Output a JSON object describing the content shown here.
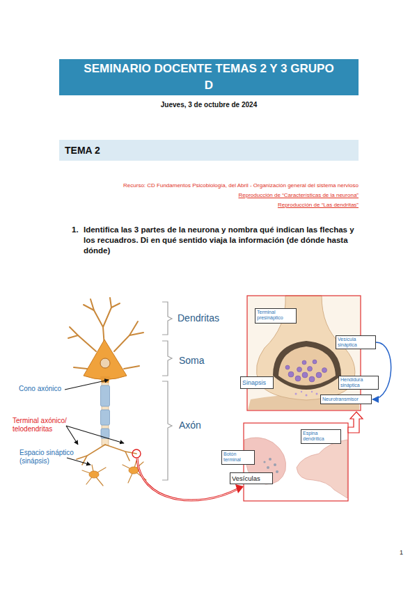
{
  "diagram": {
    "title": "SEMINARIO DOCENTE TEMAS 2 Y 3 GRUPO D",
    "nodes": [
      {
        "text": [
          "TEMA 2"
        ]
      },
      {
        "text": [
          "Terminal presináptico"
        ]
      },
      {
        "text": [
          "Vesícula sináptica"
        ]
      },
      {
        "text": [
          "Sinapsis"
        ]
      },
      {
        "text": [
          "Hendidura sináptica"
        ]
      },
      {
        "text": [
          "Neurotransmisor"
        ]
      },
      {
        "text": [
          "Espina dendrítica"
        ]
      },
      {
        "text": [
          "Botón terminal"
        ]
      },
      {
        "text": [
          "Vesículas"
        ]
      }
    ],
    "edges": [
      {
        "from": 2,
        "to": 5,
        "arrow": "to"
      }
    ],
    "labels": [
      "Jueves, 3 de octubre de 2024",
      "Recurso: CD Fundamentos Psicobiología, del Abril - Organización general del sistema nervioso",
      "Reproducción de “Características de la neurona”",
      "Reproducción de “Las dendritas”",
      "1.",
      "Identifica las 3 partes de la neurona y nombra qué indican las flechas y los recuadros. Di en qué sentido viaja la información (de dónde hasta dónde)",
      "Dendritas",
      "Soma",
      "Axón",
      "Cono axónico",
      "Terminal axónico/ telodendritas",
      "Espacio sináptico (sinápsis)",
      "1"
    ]
  }
}
